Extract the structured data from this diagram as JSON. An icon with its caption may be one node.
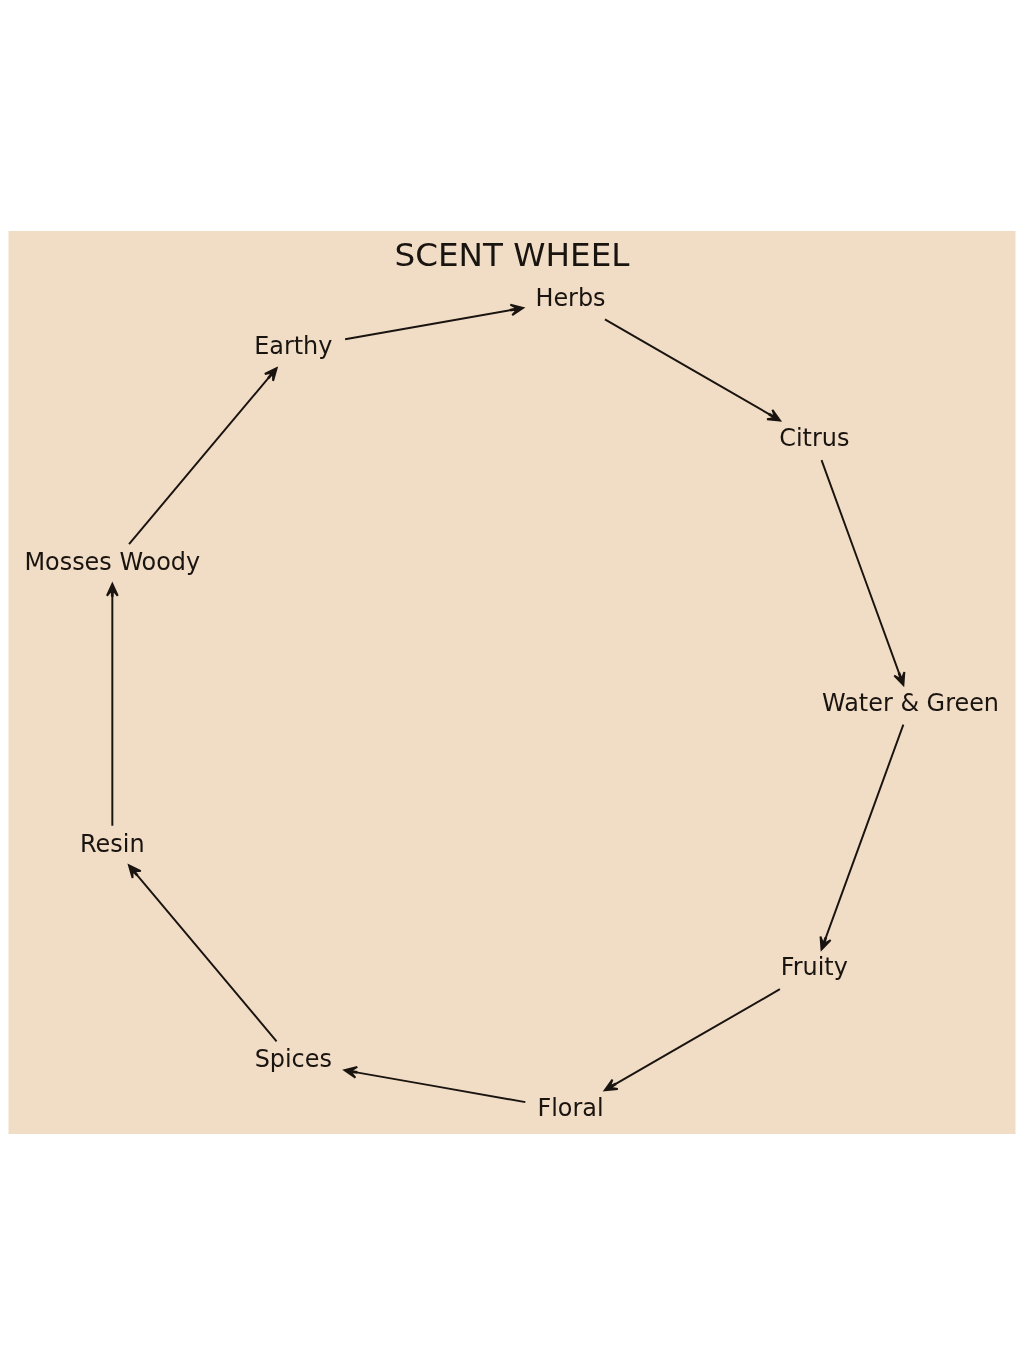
{
  "diagram": {
    "title": "SCENT WHEEL",
    "nodes": [
      {
        "text": [
          "Fruity"
        ]
      },
      {
        "text": [
          "Water & Green"
        ]
      },
      {
        "text": [
          "Floral"
        ]
      },
      {
        "text": [
          "Citrus"
        ]
      },
      {
        "text": [
          "Spices"
        ]
      },
      {
        "text": [
          "Herbs"
        ]
      },
      {
        "text": [
          "Earthy"
        ]
      },
      {
        "text": [
          "Resin"
        ]
      },
      {
        "text": [
          "Mosses Woody"
        ]
      }
    ],
    "edges": [
      {
        "from": 0,
        "to": 2,
        "arrow": "to"
      },
      {
        "from": 2,
        "to": 4,
        "arrow": "to"
      },
      {
        "from": 4,
        "to": 7,
        "arrow": "to"
      },
      {
        "from": 7,
        "to": 8,
        "arrow": "to"
      },
      {
        "from": 8,
        "to": 6,
        "arrow": "to"
      },
      {
        "from": 6,
        "to": 5,
        "arrow": "to"
      },
      {
        "from": 5,
        "to": 3,
        "arrow": "to"
      },
      {
        "from": 3,
        "to": 1,
        "arrow": "to"
      },
      {
        "from": 1,
        "to": 0,
        "arrow": "to"
      }
    ]
  }
}
